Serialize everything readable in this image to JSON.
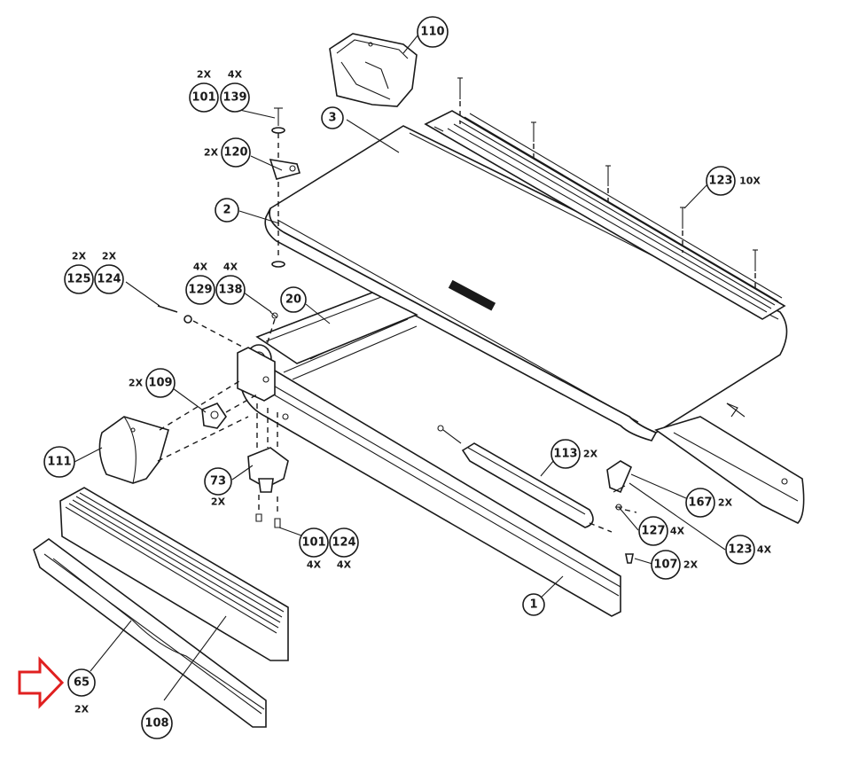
{
  "diagram": {
    "callouts": [
      {
        "id": "c110",
        "label": "110",
        "qty": ""
      },
      {
        "id": "c101a",
        "label": "101",
        "qty": "2X"
      },
      {
        "id": "c139",
        "label": "139",
        "qty": "4X"
      },
      {
        "id": "c3",
        "label": "3",
        "qty": ""
      },
      {
        "id": "c120",
        "label": "120",
        "qty": "2X"
      },
      {
        "id": "c123a",
        "label": "123",
        "qty": "10X"
      },
      {
        "id": "c2",
        "label": "2",
        "qty": ""
      },
      {
        "id": "c125",
        "label": "125",
        "qty": "2X"
      },
      {
        "id": "c124a",
        "label": "124",
        "qty": "2X"
      },
      {
        "id": "c129",
        "label": "129",
        "qty": "4X"
      },
      {
        "id": "c138",
        "label": "138",
        "qty": "4X"
      },
      {
        "id": "c20",
        "label": "20",
        "qty": ""
      },
      {
        "id": "c109",
        "label": "109",
        "qty": "2X"
      },
      {
        "id": "c111",
        "label": "111",
        "qty": ""
      },
      {
        "id": "c113",
        "label": "113",
        "qty": "2X"
      },
      {
        "id": "c73",
        "label": "73",
        "qty": "2X"
      },
      {
        "id": "c167",
        "label": "167",
        "qty": "2X"
      },
      {
        "id": "c127",
        "label": "127",
        "qty": "4X"
      },
      {
        "id": "c123b",
        "label": "123",
        "qty": "4X"
      },
      {
        "id": "c101b",
        "label": "101",
        "qty": "4X"
      },
      {
        "id": "c124b",
        "label": "124",
        "qty": "4X"
      },
      {
        "id": "c107",
        "label": "107",
        "qty": "2X"
      },
      {
        "id": "c1",
        "label": "1",
        "qty": ""
      },
      {
        "id": "c65",
        "label": "65",
        "qty": "2X"
      },
      {
        "id": "c108",
        "label": "108",
        "qty": ""
      }
    ],
    "highlight_arrow_color": "#e02020",
    "line_color": "#1a1a1a"
  }
}
